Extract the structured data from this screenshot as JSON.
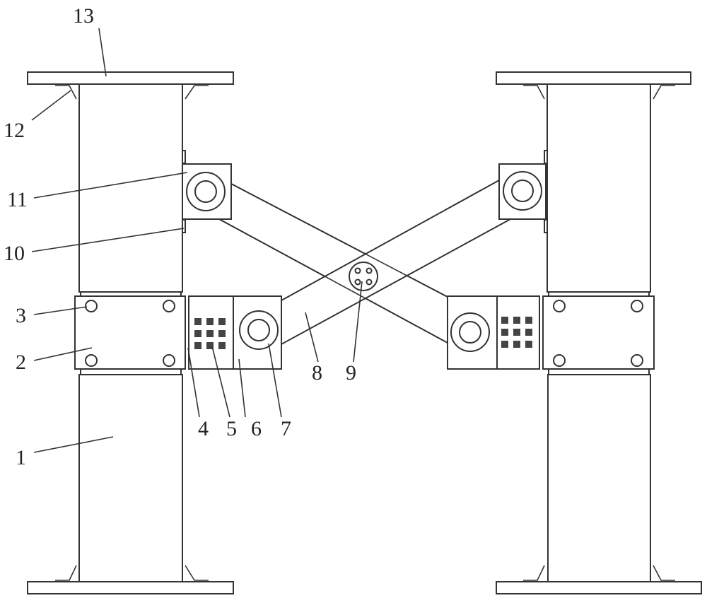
{
  "labels": {
    "l1": "1",
    "l2": "2",
    "l3": "3",
    "l4": "4",
    "l5": "5",
    "l6": "6",
    "l7": "7",
    "l8": "8",
    "l9": "9",
    "l10": "10",
    "l11": "11",
    "l12": "12",
    "l13": "13"
  },
  "colors": {
    "line": "#333333",
    "background": "#ffffff"
  }
}
